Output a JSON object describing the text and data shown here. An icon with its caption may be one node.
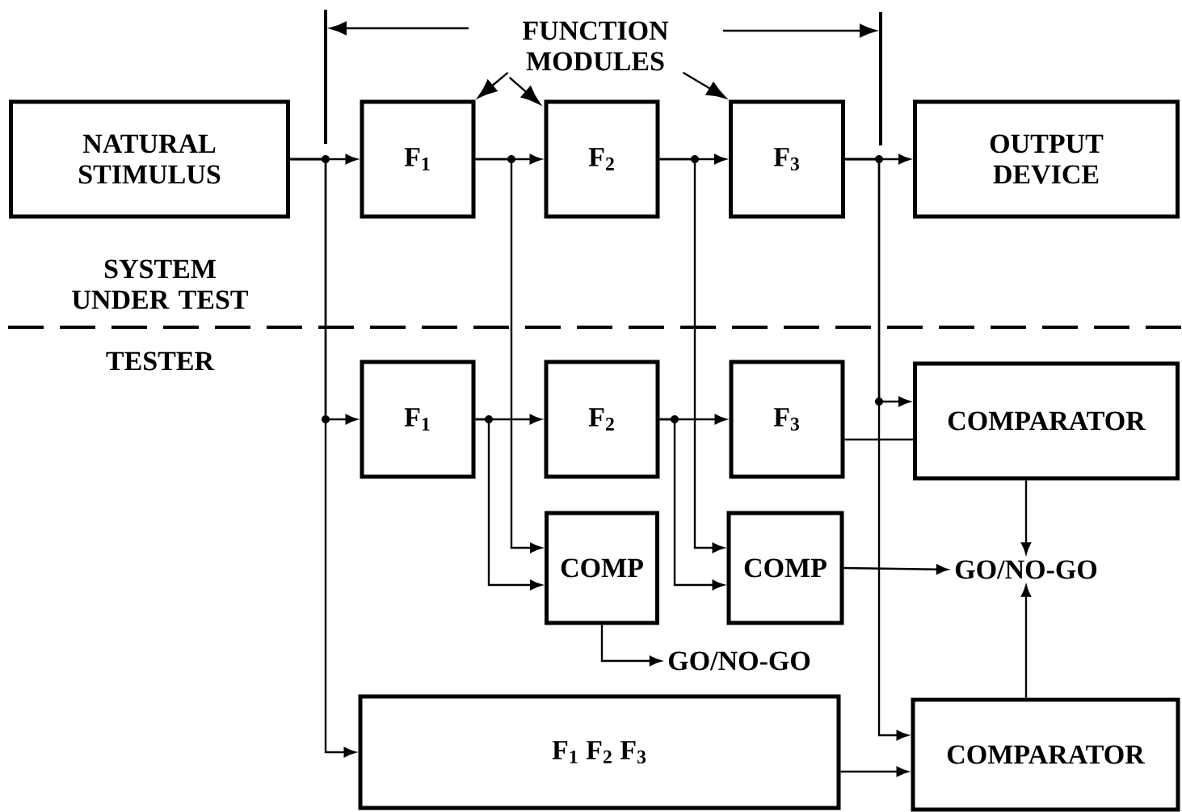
{
  "diagram": {
    "nodes": [
      {
        "text": [
          "FUNCTION MODULES"
        ]
      },
      {
        "text": [
          "NATURAL STIMULUS"
        ]
      },
      {
        "text": [
          "F$_{1}$"
        ]
      },
      {
        "text": [
          "F$_{2}$"
        ]
      },
      {
        "text": [
          "F$_{3}$"
        ]
      },
      {
        "text": [
          "OUTPUT DEVICE"
        ]
      },
      {
        "text": [
          "F$_{1}$"
        ]
      },
      {
        "text": [
          "F$_{2}$"
        ]
      },
      {
        "text": [
          "F$_{3}$"
        ]
      },
      {
        "text": [
          "COMPARATOR"
        ]
      },
      {
        "text": [
          "COMP"
        ]
      },
      {
        "text": [
          "COMP"
        ]
      },
      {
        "text": [
          "GO/NO-GO"
        ]
      },
      {
        "text": [
          "GO/NO-GO"
        ]
      },
      {
        "text": [
          "F$_{1}$ F$_{2}$ F$_{3}$"
        ]
      },
      {
        "text": [
          "COMPARATOR"
        ]
      }
    ],
    "edges": [
      {
        "from": 0,
        "to": 2,
        "arrow": "to"
      },
      {
        "from": 0,
        "to": 3,
        "arrow": "to"
      },
      {
        "from": 0,
        "to": 4,
        "arrow": "to"
      },
      {
        "from": 1,
        "to": 2,
        "arrow": "to"
      },
      {
        "from": 1,
        "to": 6,
        "arrow": "to"
      },
      {
        "from": 1,
        "to": 14,
        "arrow": "to"
      },
      {
        "from": 2,
        "to": 3,
        "arrow": "to"
      },
      {
        "from": 2,
        "to": 10,
        "arrow": "to"
      },
      {
        "from": 3,
        "to": 4,
        "arrow": "to"
      },
      {
        "from": 3,
        "to": 11,
        "arrow": "to"
      },
      {
        "from": 4,
        "to": 5,
        "arrow": "to"
      },
      {
        "from": 4,
        "to": 9,
        "arrow": "to"
      },
      {
        "from": 4,
        "to": 15,
        "arrow": "to"
      },
      {
        "from": 6,
        "to": 7,
        "arrow": "to"
      },
      {
        "from": 6,
        "to": 10,
        "arrow": "to"
      },
      {
        "from": 7,
        "to": 8,
        "arrow": "to"
      },
      {
        "from": 7,
        "to": 11,
        "arrow": "to"
      },
      {
        "from": 8,
        "to": 9,
        "arrow": "none"
      },
      {
        "from": 10,
        "to": 13,
        "arrow": "to"
      },
      {
        "from": 11,
        "to": 12,
        "arrow": "to"
      },
      {
        "from": 9,
        "to": 12,
        "arrow": "to"
      },
      {
        "from": 15,
        "to": 12,
        "arrow": "to"
      },
      {
        "from": 14,
        "to": 15,
        "arrow": "to"
      }
    ],
    "labels": [
      "SYSTEM UNDER TEST",
      "TESTER"
    ]
  }
}
